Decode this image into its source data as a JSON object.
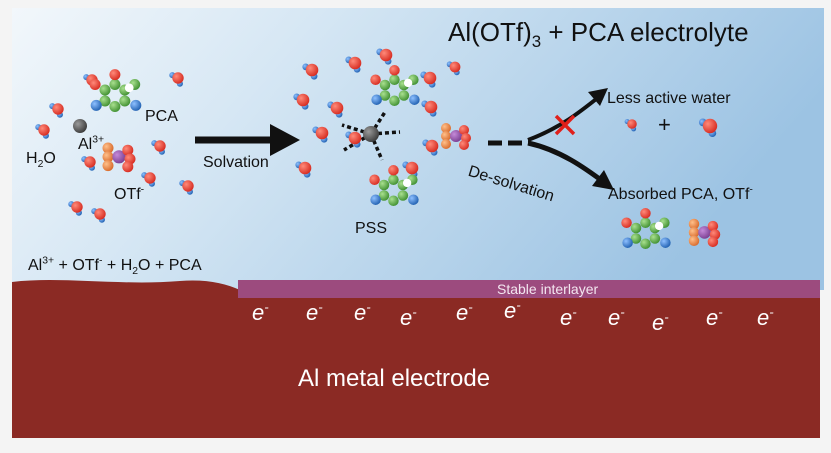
{
  "title": {
    "main": "Al(OTf)",
    "sub": "3",
    "rest": " + PCA electrolyte"
  },
  "left": {
    "pca": "PCA",
    "al": "Al",
    "al_sup": "3+",
    "h2o_h": "H",
    "h2o_sub": "2",
    "h2o_o": "O",
    "otf": "OTf",
    "otf_sup": "-"
  },
  "solvation_label": "Solvation",
  "pss_label": "PSS",
  "desolvation_label": "De-solvation",
  "right": {
    "less_active": "Less active water",
    "plus": "+",
    "absorbed": "Absorbed PCA, OTf",
    "absorbed_sup": "-"
  },
  "composition": {
    "al": "Al",
    "al_sup": "3+",
    "plus1": " + OTf",
    "otf_sup": "-",
    "plus2": " + H",
    "h2o_sub": "2",
    "plus3": "O + PCA"
  },
  "interlayer_label": "Stable interlayer",
  "electrode_label": "Al metal electrode",
  "electron": {
    "symbol": "e",
    "sup": "-",
    "count": 11
  },
  "colors": {
    "electrolyte_blue": "#b4d2ea",
    "electrode": "#8b2a24",
    "interlayer": "#9c4b7e",
    "water_o": "#e8392d",
    "water_h": "#2f7ad0",
    "pca_ring": "#5fb04a",
    "otf": "#e9874a",
    "al_ion": "#555555",
    "reject_cross": "#e0201b"
  }
}
